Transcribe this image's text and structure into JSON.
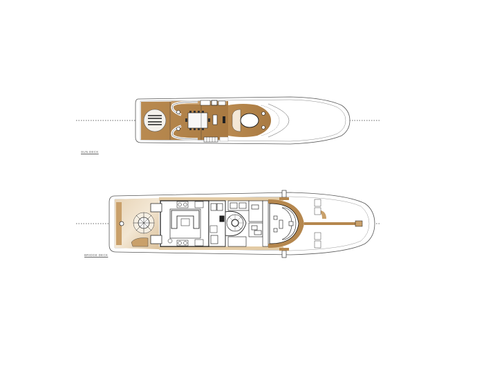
{
  "diagram": {
    "type": "yacht-general-arrangement",
    "colors": {
      "teak": "#b5874e",
      "teak_light": "#d9bc92",
      "teak_pale": "#ead8bd",
      "hull_line": "#555555",
      "interior_line": "#222222",
      "background": "#ffffff",
      "centerline": "#333333"
    },
    "decks": [
      {
        "id": "sun-deck",
        "label": "SUN DECK",
        "features": [
          "aft sunpad",
          "dining table with chairs",
          "bar",
          "jacuzzi",
          "curved seating",
          "helm station",
          "stairs"
        ]
      },
      {
        "id": "bridge-deck",
        "label": "BRIDGE DECK",
        "features": [
          "aft deck with circular table",
          "sky lounge",
          "galley",
          "spiral staircase",
          "wheelhouse",
          "side wings",
          "foredeck walkway"
        ]
      }
    ]
  }
}
